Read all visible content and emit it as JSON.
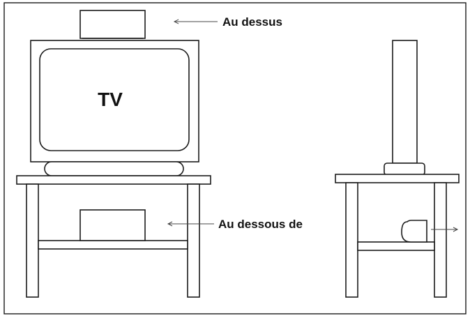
{
  "labels": {
    "tv": "TV",
    "above": "Au dessus",
    "below": "Au dessous de"
  },
  "colors": {
    "stroke": "#1a1a1a",
    "background": "#ffffff"
  }
}
